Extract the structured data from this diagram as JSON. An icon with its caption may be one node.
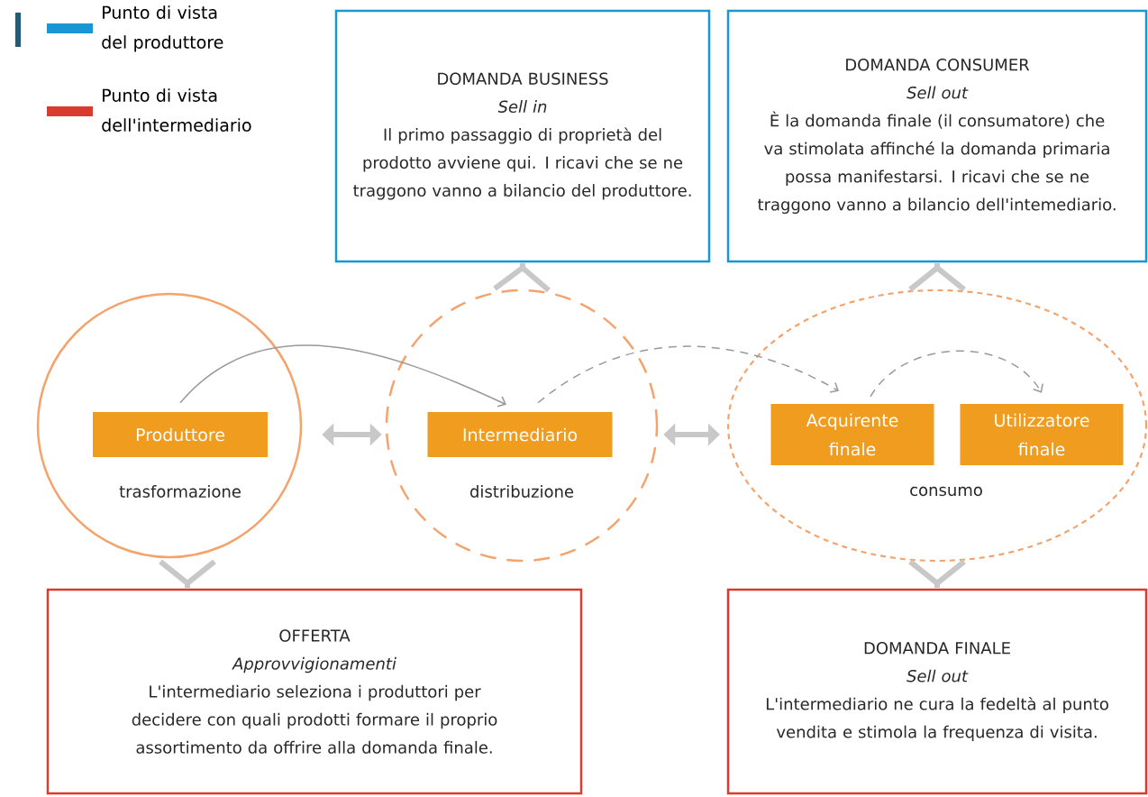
{
  "diagram": {
    "nodes": [
      {
        "text": [
          "trasformazione"
        ]
      },
      {
        "text": [
          "Produttore"
        ],
        "in": 0
      },
      {
        "text": [
          "distribuzione"
        ]
      },
      {
        "text": [
          "Intermediario"
        ],
        "in": 2
      },
      {
        "text": [
          "consumo"
        ]
      },
      {
        "text": [
          "Acquirente finale"
        ],
        "in": 4
      },
      {
        "text": [
          "Utilizzatore finale"
        ],
        "in": 4
      },
      {
        "text": [
          "DOMANDA BUSINESS",
          "Sell in",
          "Il primo passaggio di proprietà del prodotto avviene qui. I ricavi che se ne traggono vanno a bilancio del produttore."
        ]
      },
      {
        "text": [
          "DOMANDA CONSUMER",
          "Sell out",
          "È la domanda finale (il consumatore) che va stimolata affinché la domanda primaria possa manifestarsi. I ricavi che se ne traggono vanno a bilancio dell'intemediario."
        ]
      },
      {
        "text": [
          "OFFERTA",
          "Approvvigionamenti",
          "L'intermediario seleziona i produttori per decidere con quali prodotti formare il proprio assortimento da offrire alla domanda finale."
        ]
      },
      {
        "text": [
          "DOMANDA FINALE",
          "Sell out",
          "L'intermediario ne cura la fedeltà al punto vendita e stimola la frequenza di visita."
        ]
      }
    ],
    "edges": [
      {
        "from": 1,
        "to": 3,
        "arrow": "to",
        "color": "#999999"
      },
      {
        "from": 3,
        "to": 5,
        "arrow": "to",
        "style": "dashed",
        "color": "#999999"
      },
      {
        "from": 5,
        "to": 6,
        "arrow": "to",
        "style": "dashed",
        "color": "#999999"
      },
      {
        "from": 0,
        "to": 2,
        "arrow": "both"
      },
      {
        "from": 2,
        "to": 4,
        "arrow": "both"
      },
      {
        "from": 2,
        "to": 7,
        "arrow": "to"
      },
      {
        "from": 4,
        "to": 8,
        "arrow": "to"
      },
      {
        "from": 0,
        "to": 9,
        "arrow": "to"
      },
      {
        "from": 4,
        "to": 10,
        "arrow": "to"
      }
    ],
    "legend": [
      {
        "text": "Punto di vista del produttore",
        "color": "#1a96d4"
      },
      {
        "text": "Punto di vista dell'intermediario",
        "color": "#d93c2e"
      }
    ]
  }
}
